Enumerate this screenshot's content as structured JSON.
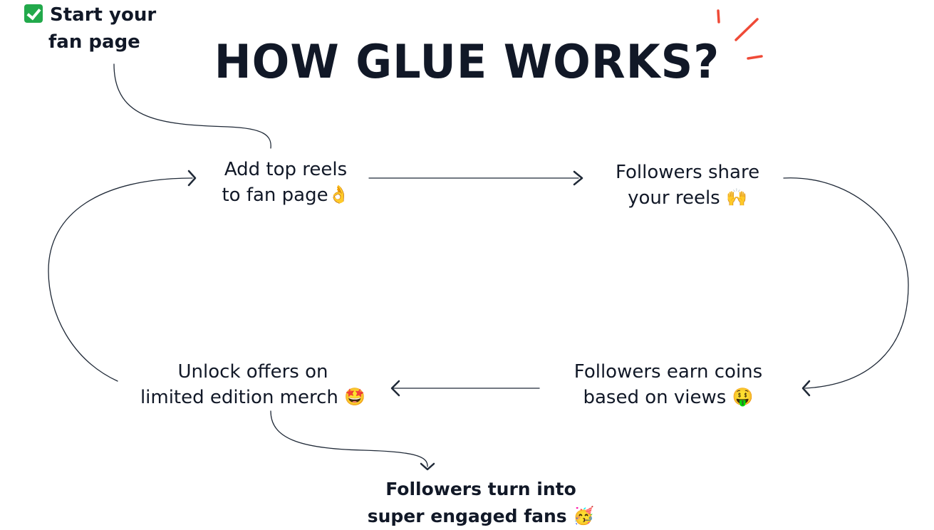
{
  "title": "HOW GLUE WORKS?",
  "start_note": {
    "line1": "Start your",
    "line2": "fan page",
    "icon": "check-mark-button-icon"
  },
  "nodes": {
    "add_reels": {
      "line1": "Add top reels",
      "line2": "to fan page",
      "emoji": "👌",
      "emoji_name": "ok-hand-emoji-icon"
    },
    "followers_share": {
      "line1": "Followers share",
      "line2": "your reels",
      "emoji": "🙌",
      "emoji_name": "raising-hands-emoji-icon"
    },
    "earn_coins": {
      "line1": "Followers earn coins",
      "line2": "based on views",
      "emoji": "🤑",
      "emoji_name": "money-mouth-face-emoji-icon"
    },
    "unlock_offers": {
      "line1": "Unlock offers on",
      "line2": "limited edition merch",
      "emoji": "🤩",
      "emoji_name": "star-struck-emoji-icon"
    },
    "super_fans": {
      "line1": "Followers turn into",
      "line2": "super engaged fans",
      "emoji": "🥳",
      "emoji_name": "partying-face-emoji-icon"
    }
  },
  "colors": {
    "text": "#111827",
    "line": "#1f2937",
    "accent": "#ef4a37",
    "check": "#22a94b"
  }
}
